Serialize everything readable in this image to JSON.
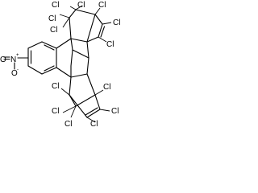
{
  "molecule": {
    "substituents": {
      "chlorine": "Cl",
      "nitrogen": "N",
      "oxygen": "O",
      "nitro_left_oxygen": "O",
      "plus_charge": "+",
      "minus_charge": "-"
    },
    "atom_labels": [
      "Cl",
      "Cl",
      "Cl",
      "Cl",
      "Cl",
      "Cl",
      "Cl",
      "Cl",
      "Cl",
      "Cl",
      "Cl",
      "Cl"
    ]
  }
}
